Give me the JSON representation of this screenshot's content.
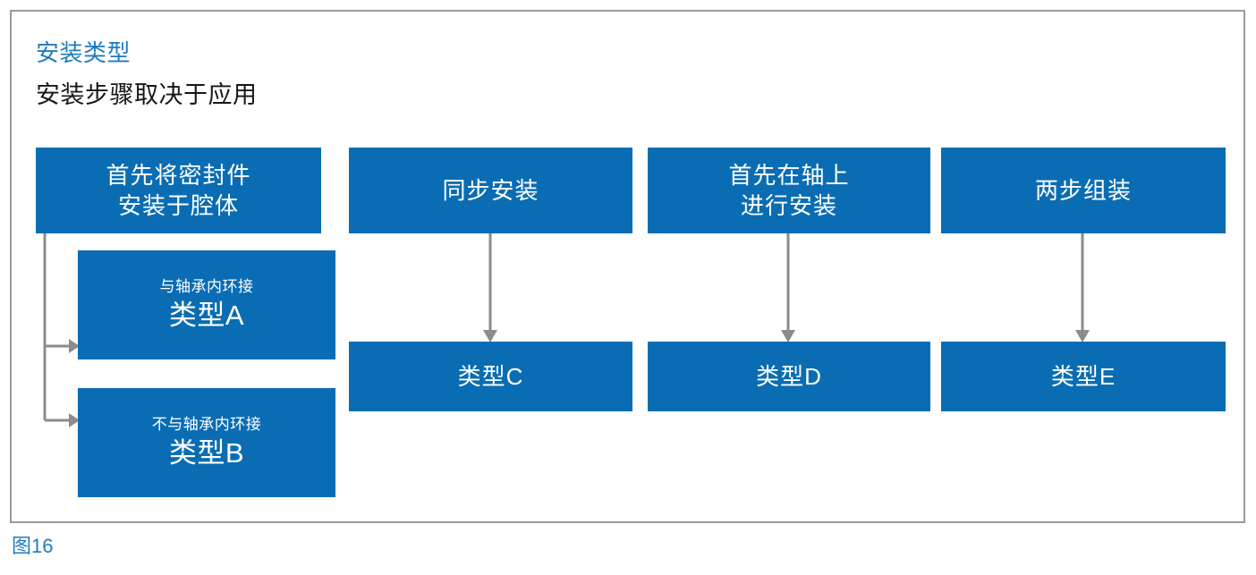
{
  "figure": {
    "title": "安装类型",
    "subtitle": "安装步骤取决于应用",
    "caption": "图16",
    "title_color": "#1f7bc1",
    "box_color": "#0a6db3",
    "connector_color": "#8c8c8c",
    "frame_border_color": "#9a9a9a"
  },
  "boxes": {
    "cavity_first": {
      "line1": "首先将密封件",
      "line2": "安装于腔体"
    },
    "type_a": {
      "sub": "与轴承内环接",
      "label": "类型A"
    },
    "type_b": {
      "sub": "不与轴承内环接",
      "label": "类型B"
    },
    "simultaneous": {
      "line1": "同步安装"
    },
    "type_c": {
      "label": "类型C"
    },
    "shaft_first": {
      "line1": "首先在轴上",
      "line2": "进行安装"
    },
    "type_d": {
      "label": "类型D"
    },
    "two_step": {
      "line1": "两步组装"
    },
    "type_e": {
      "label": "类型E"
    }
  }
}
